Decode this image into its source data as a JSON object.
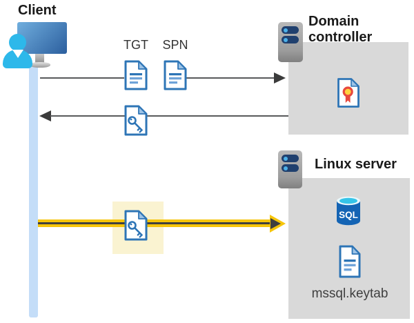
{
  "client": {
    "label": "Client"
  },
  "domain_controller": {
    "line1": "Domain",
    "line2": "controller"
  },
  "linux_server": {
    "label": "Linux server"
  },
  "tickets": {
    "tgt": "TGT",
    "spn": "SPN"
  },
  "sql_database": {
    "label": "SQL"
  },
  "keytab": {
    "label": "mssql.keytab"
  },
  "colors": {
    "doc_border_blue": "#2e75b6",
    "doc_fold_blue": "#9dc3e6",
    "doc_line_light": "#6fa3d8",
    "box_gray": "#d9d9d9",
    "highlight_yellow": "#faf3d1",
    "arrow_yellow": "#f6c50a",
    "arrow_dark": "#3f3f3f",
    "line_gray": "#58595b",
    "lifeline_blue": "#c4ddf8",
    "person_cyan": "#2db8ea",
    "monitor_blue": "#2c5f9e",
    "server_pill_navy": "#20406e",
    "server_pill_dot": "#4cb0e8",
    "sql_body_blue": "#1464b4",
    "sql_top_cyan": "#35c4e8",
    "cert_red": "#e8483d",
    "cert_gold": "#ffd23e"
  }
}
